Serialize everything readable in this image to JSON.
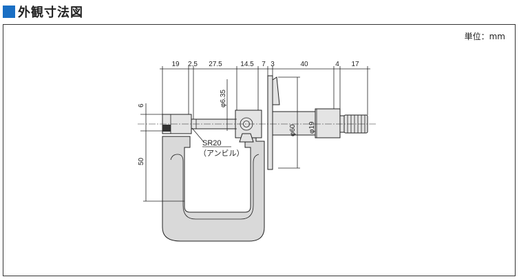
{
  "header": {
    "title": "外観寸法図",
    "accent_color": "#1a6fc4"
  },
  "unit_label": "単位：mm",
  "dimensions": {
    "top": [
      "19",
      "2.5",
      "27.5",
      "14.5",
      "7",
      "3",
      "40",
      "4",
      "17"
    ],
    "phi_635": "φ6.35",
    "phi_60": "φ60",
    "phi_19": "φ19",
    "left_6": "6",
    "left_50": "50"
  },
  "labels": {
    "sr20": "SR20",
    "anvil": "（アンビル）"
  }
}
